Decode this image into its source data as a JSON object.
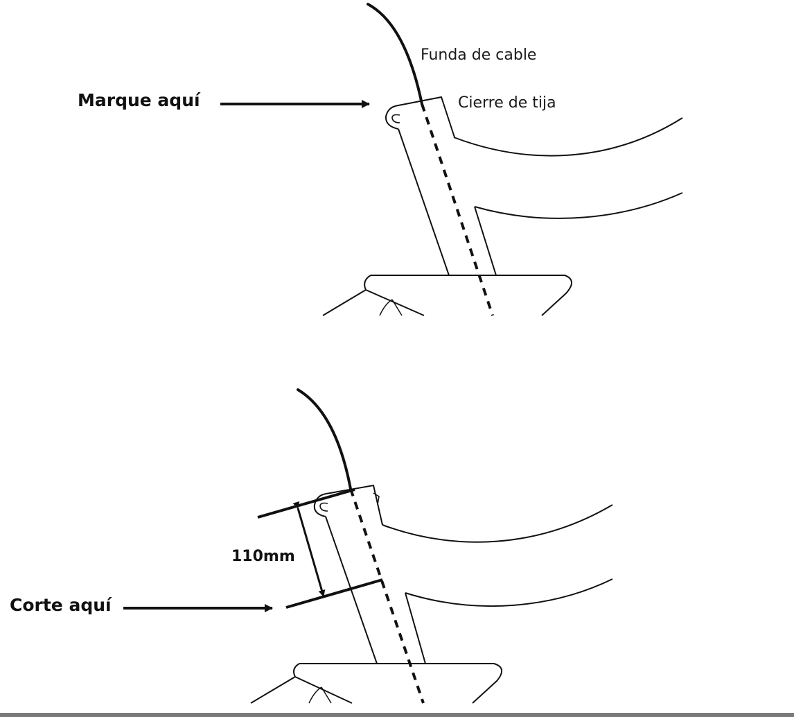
{
  "top_panel": {
    "label_cable_housing": "Funda de cable",
    "label_seatpost_clamp": "Cierre de tija",
    "label_mark_here": "Marque aquí"
  },
  "bottom_panel": {
    "label_dimension": "110mm",
    "label_cut_here": "Corte aquí"
  },
  "colors": {
    "ink": "#111111",
    "background": "#ffffff",
    "bottom_rule": "#7a7a7a"
  }
}
